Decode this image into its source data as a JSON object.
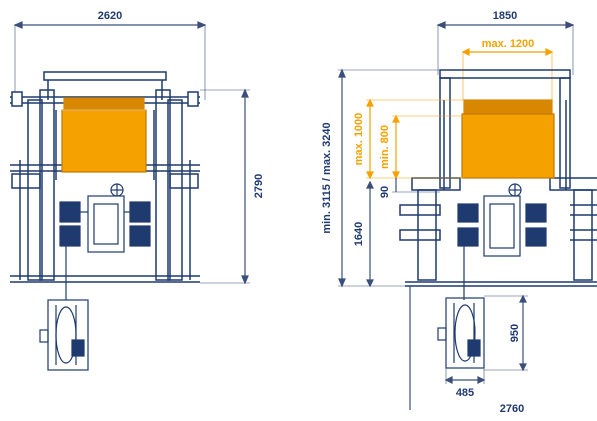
{
  "colors": {
    "frame": "#1f3a6e",
    "line": "#3b4f7a",
    "cargo": "#f5a100",
    "cargo_dark": "#d88800",
    "highlight": "#f5a100",
    "background": "#ffffff"
  },
  "dimensions": {
    "left_width": "2620",
    "left_height": "2790",
    "right_width": "1850",
    "right_max_width": "max. 1200",
    "right_total_height": "min. 3115 / max. 3240",
    "right_lift_max": "max. 1000",
    "right_lift_min": "min. 800",
    "right_gap": "90",
    "right_base_height": "1640",
    "right_drum_height": "950",
    "right_drum_width": "485",
    "right_bottom_length": "2760"
  }
}
